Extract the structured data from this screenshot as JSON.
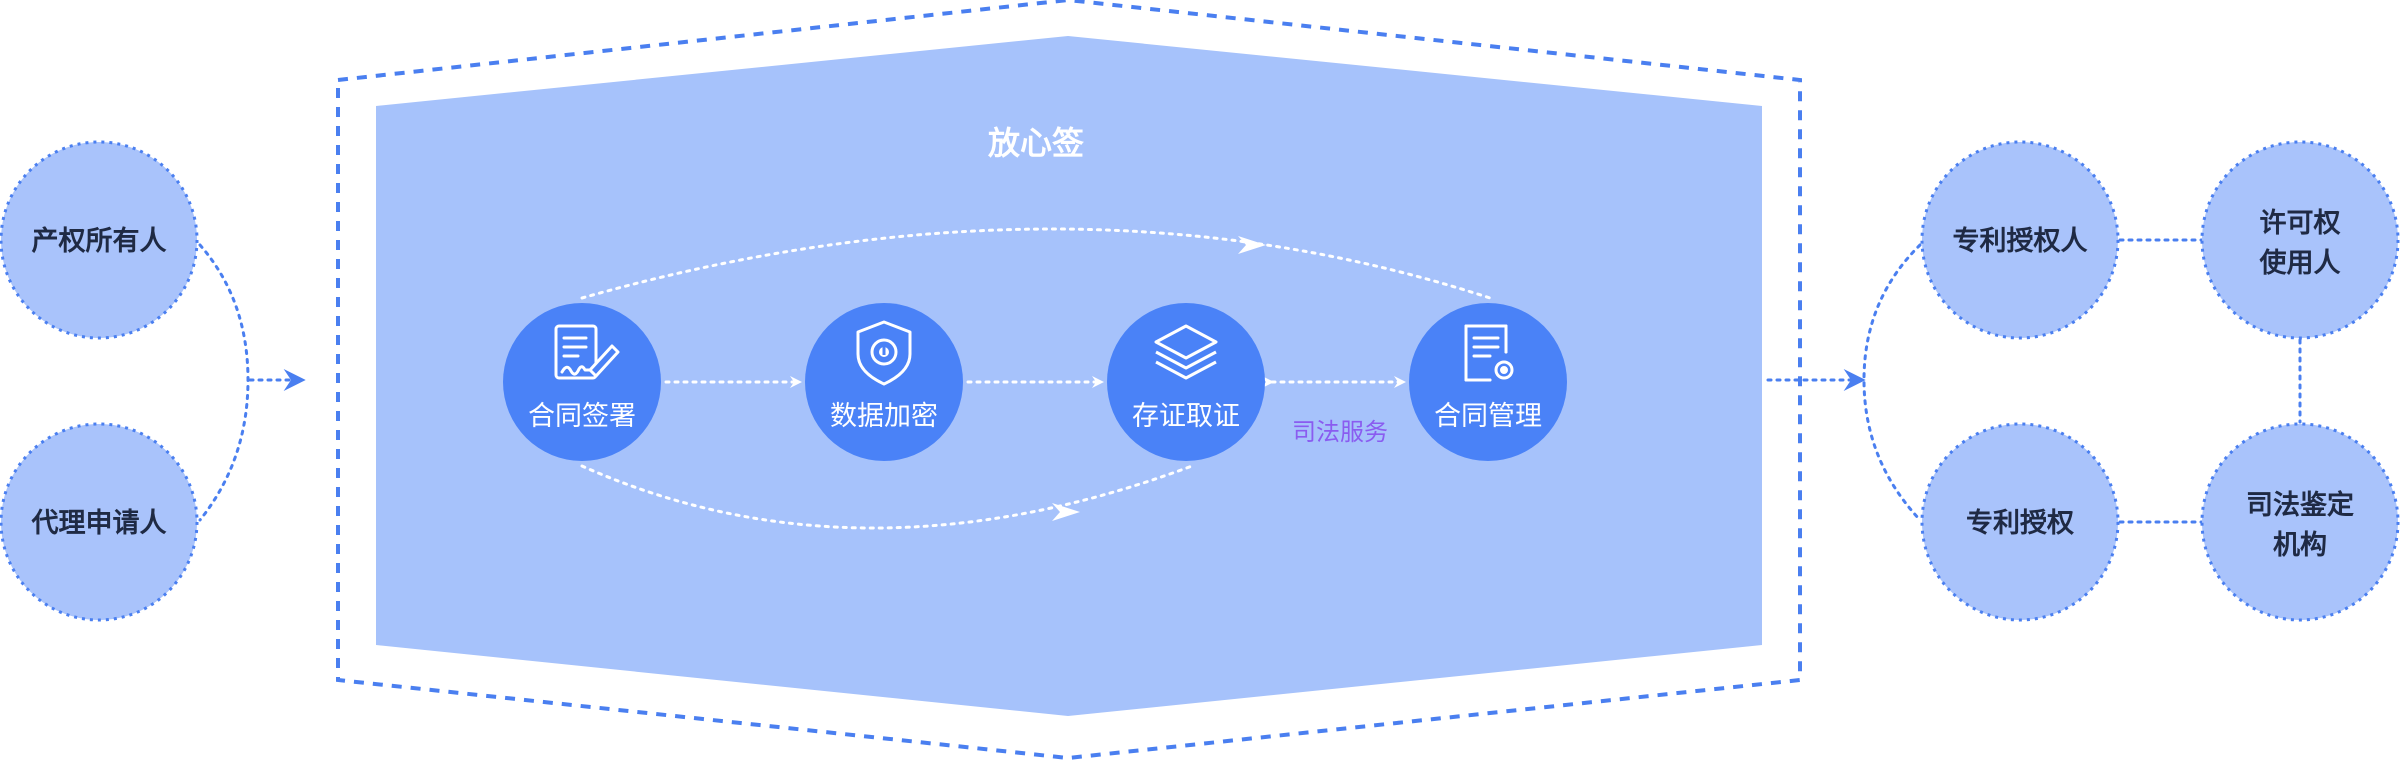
{
  "colors": {
    "outer_circle_fill": "#a9c3fb",
    "outer_circle_border": "#4a7ff0",
    "panel_fill": "#a6c2fb",
    "dashed_border": "#4a7ff0",
    "process_node_fill": "#4a82f7",
    "flow_arrow": "#ffffff",
    "annotation": "#8a5cf0",
    "label_dark": "#1f2a44"
  },
  "left_parties": [
    {
      "label": "产权所有人"
    },
    {
      "label": "代理申请人"
    }
  ],
  "platform": {
    "title": "放心签",
    "steps": [
      {
        "label": "合同签署",
        "icon": "contract-sign-icon"
      },
      {
        "label": "数据加密",
        "icon": "shield-lock-icon"
      },
      {
        "label": "存证取证",
        "icon": "layers-icon"
      },
      {
        "label": "合同管理",
        "icon": "document-gear-icon"
      }
    ],
    "annotation": "司法服务"
  },
  "right_parties": [
    {
      "lines": [
        "专利授权人"
      ]
    },
    {
      "lines": [
        "许可权",
        "使用人"
      ]
    },
    {
      "lines": [
        "专利授权"
      ]
    },
    {
      "lines": [
        "司法鉴定",
        "机构"
      ]
    }
  ]
}
